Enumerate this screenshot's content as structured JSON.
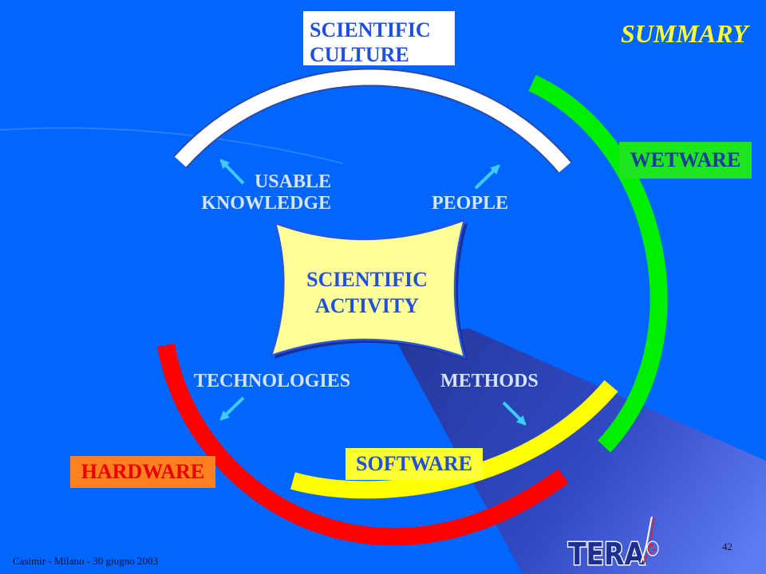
{
  "slide": {
    "title": "SUMMARY",
    "footer_text": "Casimir - Milano - 30 giugno 2003",
    "page_number": "42",
    "logo_text": "TERA"
  },
  "boxes": {
    "scientific_culture": {
      "line1": "SCIENTIFIC",
      "line2": "CULTURE"
    },
    "wetware": "WETWARE",
    "hardware": "HARDWARE",
    "software": "SOFTWARE"
  },
  "center": {
    "line1": "SCIENTIFIC",
    "line2": "ACTIVITY"
  },
  "labels": {
    "usable_knowledge": {
      "line1": "USABLE",
      "line2": "KNOWLEDGE"
    },
    "people": "PEOPLE",
    "technologies": "TECHNOLOGIES",
    "methods": "METHODS"
  },
  "colors": {
    "background": "#0066FF",
    "beam_dark": "#24379A",
    "beam_mid": "#3049C4",
    "beam_light": "#5F7CF2",
    "title_text": "#FFFF33",
    "blue_text": "#1F4FE0",
    "label_text": "#D6E4FF",
    "arrow": "#3ECBFF",
    "culture_box": "#FFFFFF",
    "culture_arc": "#FFFFFF",
    "culture_arc_edge": "#2B4AA8",
    "wetware_box": "#1EE61E",
    "wetware_arc": "#00EE00",
    "wetware_text": "#1B3A9A",
    "hardware_box": "#FF8020",
    "hardware_arc": "#FF0000",
    "hardware_text": "#E80000",
    "software_box": "#FFFF33",
    "software_arc": "#FFFF00",
    "center_fill": "#FFFF99",
    "center_edge": "#2A56E0",
    "center_shadow": "#1A2F99",
    "footer_text": "#10102E",
    "logo_fill": "#1D2F8F",
    "logo_accent": "#E02020"
  }
}
